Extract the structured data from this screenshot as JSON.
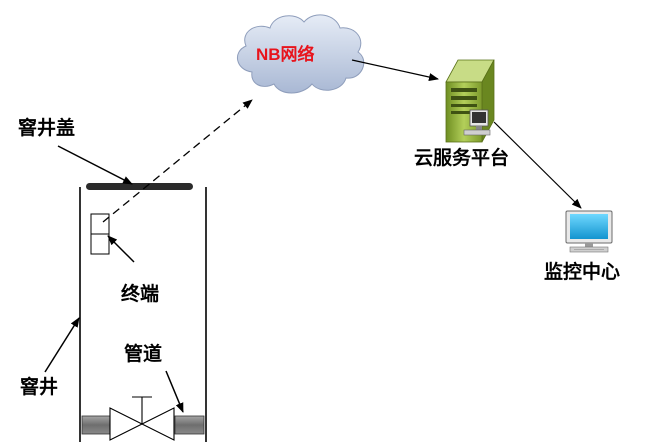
{
  "labels": {
    "manhole_cover": "窨井盖",
    "terminal": "终端",
    "manhole": "窨井",
    "pipe": "管道",
    "nb_network": "NB网络",
    "cloud_platform": "云服务平台",
    "monitor_center": "监控中心"
  },
  "colors": {
    "cloud_text": "#e8141c",
    "cloud_fill": "#c9d3e6",
    "server_body": "#8fae3a",
    "monitor_screen": "#27b5e8",
    "cover": "#2b2b2b",
    "pipe": "#7f7f7f"
  },
  "icons": [
    "cloud-icon",
    "server-icon",
    "monitor-icon",
    "valve-icon"
  ]
}
